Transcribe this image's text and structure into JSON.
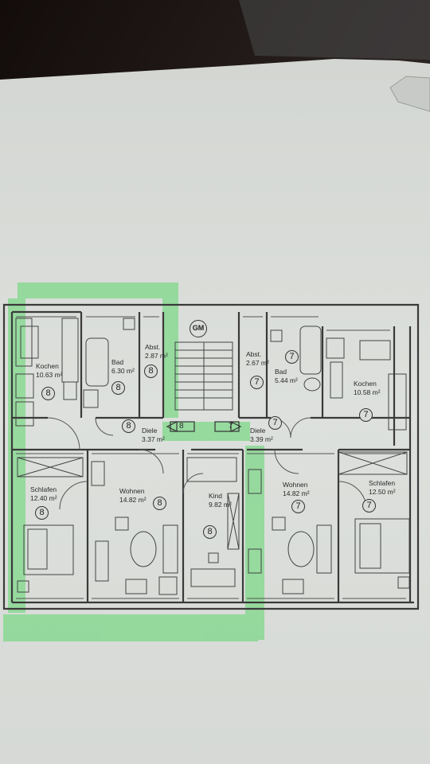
{
  "stair_label": "GM",
  "colors": {
    "highlight": "#7fd88a",
    "paper": "#dcdfdb",
    "line": "#3a3a3a",
    "background": "#1a1512"
  },
  "rooms": [
    {
      "id": "kochen-l",
      "name": "Kochen",
      "area": "10.63 m²",
      "unit": "8"
    },
    {
      "id": "bad-l",
      "name": "Bad",
      "area": "6.30 m²",
      "unit": "8"
    },
    {
      "id": "abst-l",
      "name": "Abst.",
      "area": "2.87 m²",
      "unit": "8"
    },
    {
      "id": "abst-r",
      "name": "Abst.",
      "area": "2.67 m²",
      "unit": "7"
    },
    {
      "id": "bad-r",
      "name": "Bad",
      "area": "5.44 m²",
      "unit": "7"
    },
    {
      "id": "kochen-r",
      "name": "Kochen",
      "area": "10.58 m²",
      "unit": "7"
    },
    {
      "id": "diele-l",
      "name": "Diele",
      "area": "3.37 m²",
      "unit": "8"
    },
    {
      "id": "diele-r",
      "name": "Diele",
      "area": "3.39 m²",
      "unit": "7"
    },
    {
      "id": "schlafen-l",
      "name": "Schlafen",
      "area": "12.40 m²",
      "unit": "8"
    },
    {
      "id": "wohnen-l",
      "name": "Wohnen",
      "area": "14.82 m²",
      "unit": "8"
    },
    {
      "id": "kind",
      "name": "Kind",
      "area": "9.82 m²",
      "unit": "8"
    },
    {
      "id": "wohnen-r",
      "name": "Wohnen",
      "area": "14.82 m²",
      "unit": "7"
    },
    {
      "id": "schlafen-r",
      "name": "Schlafen",
      "area": "12.50 m²",
      "unit": "7"
    }
  ],
  "entrance_labels": [
    "8",
    "7"
  ],
  "extra_badges": [
    "8",
    "7"
  ]
}
